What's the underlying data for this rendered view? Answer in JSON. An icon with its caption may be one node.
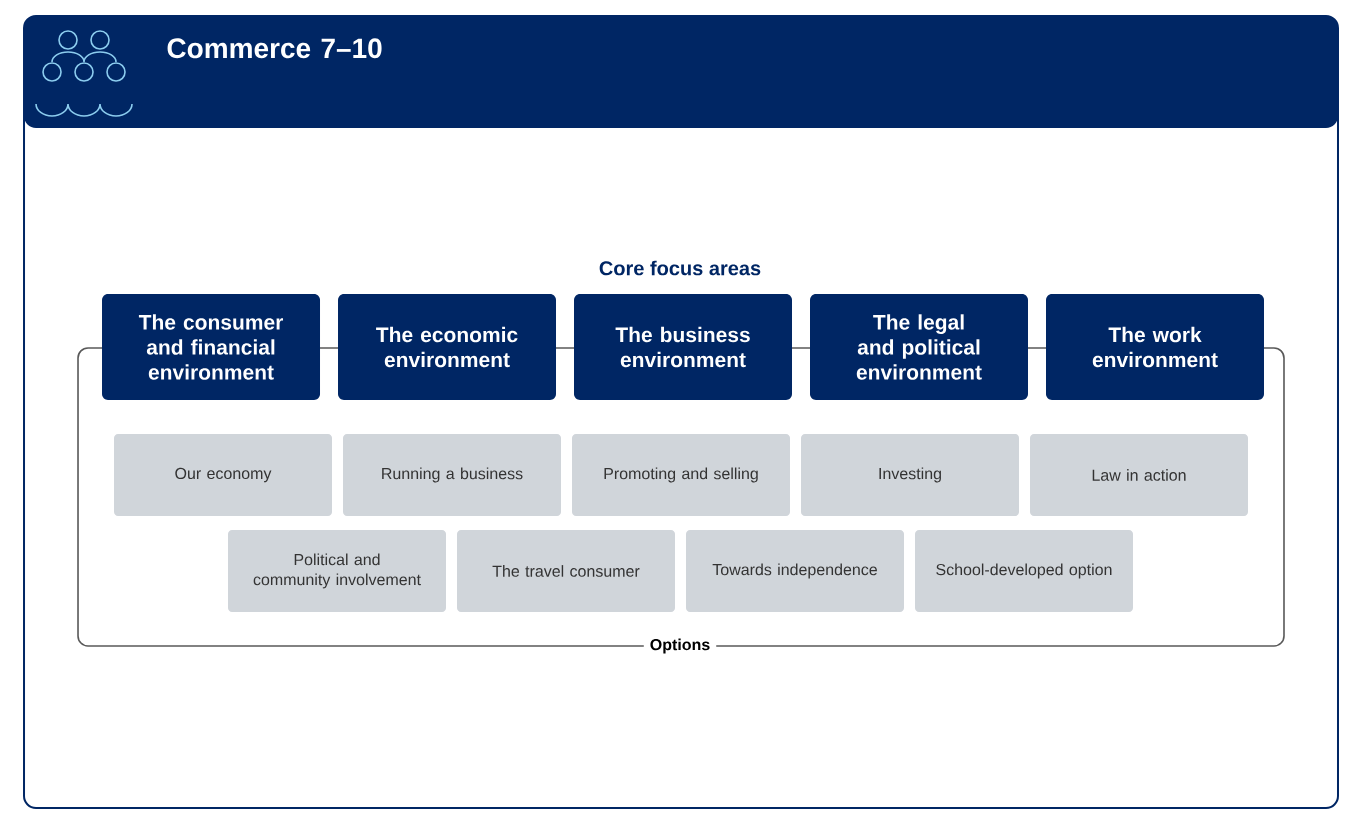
{
  "diagram": {
    "title": "Commerce 7–10",
    "nodes": [
      {
        "text": [
          "Options"
        ]
      },
      {
        "text": [
          "The consumer and financial environment"
        ]
      },
      {
        "text": [
          "The economic environment"
        ]
      },
      {
        "text": [
          "The business environment"
        ]
      },
      {
        "text": [
          "The legal and political environment"
        ]
      },
      {
        "text": [
          "The work environment"
        ]
      },
      {
        "text": [
          "Our economy"
        ],
        "in": 0
      },
      {
        "text": [
          "Running a business"
        ],
        "in": 0
      },
      {
        "text": [
          "Promoting and selling"
        ],
        "in": 0
      },
      {
        "text": [
          "Investing"
        ],
        "in": 0
      },
      {
        "text": [
          "Law in action"
        ],
        "in": 0
      },
      {
        "text": [
          "Political and community involvement"
        ],
        "in": 0
      },
      {
        "text": [
          "The travel consumer"
        ],
        "in": 0
      },
      {
        "text": [
          "Towards independence"
        ],
        "in": 0
      },
      {
        "text": [
          "School-developed option"
        ],
        "in": 0
      }
    ],
    "labels": [
      "Core focus areas"
    ]
  }
}
